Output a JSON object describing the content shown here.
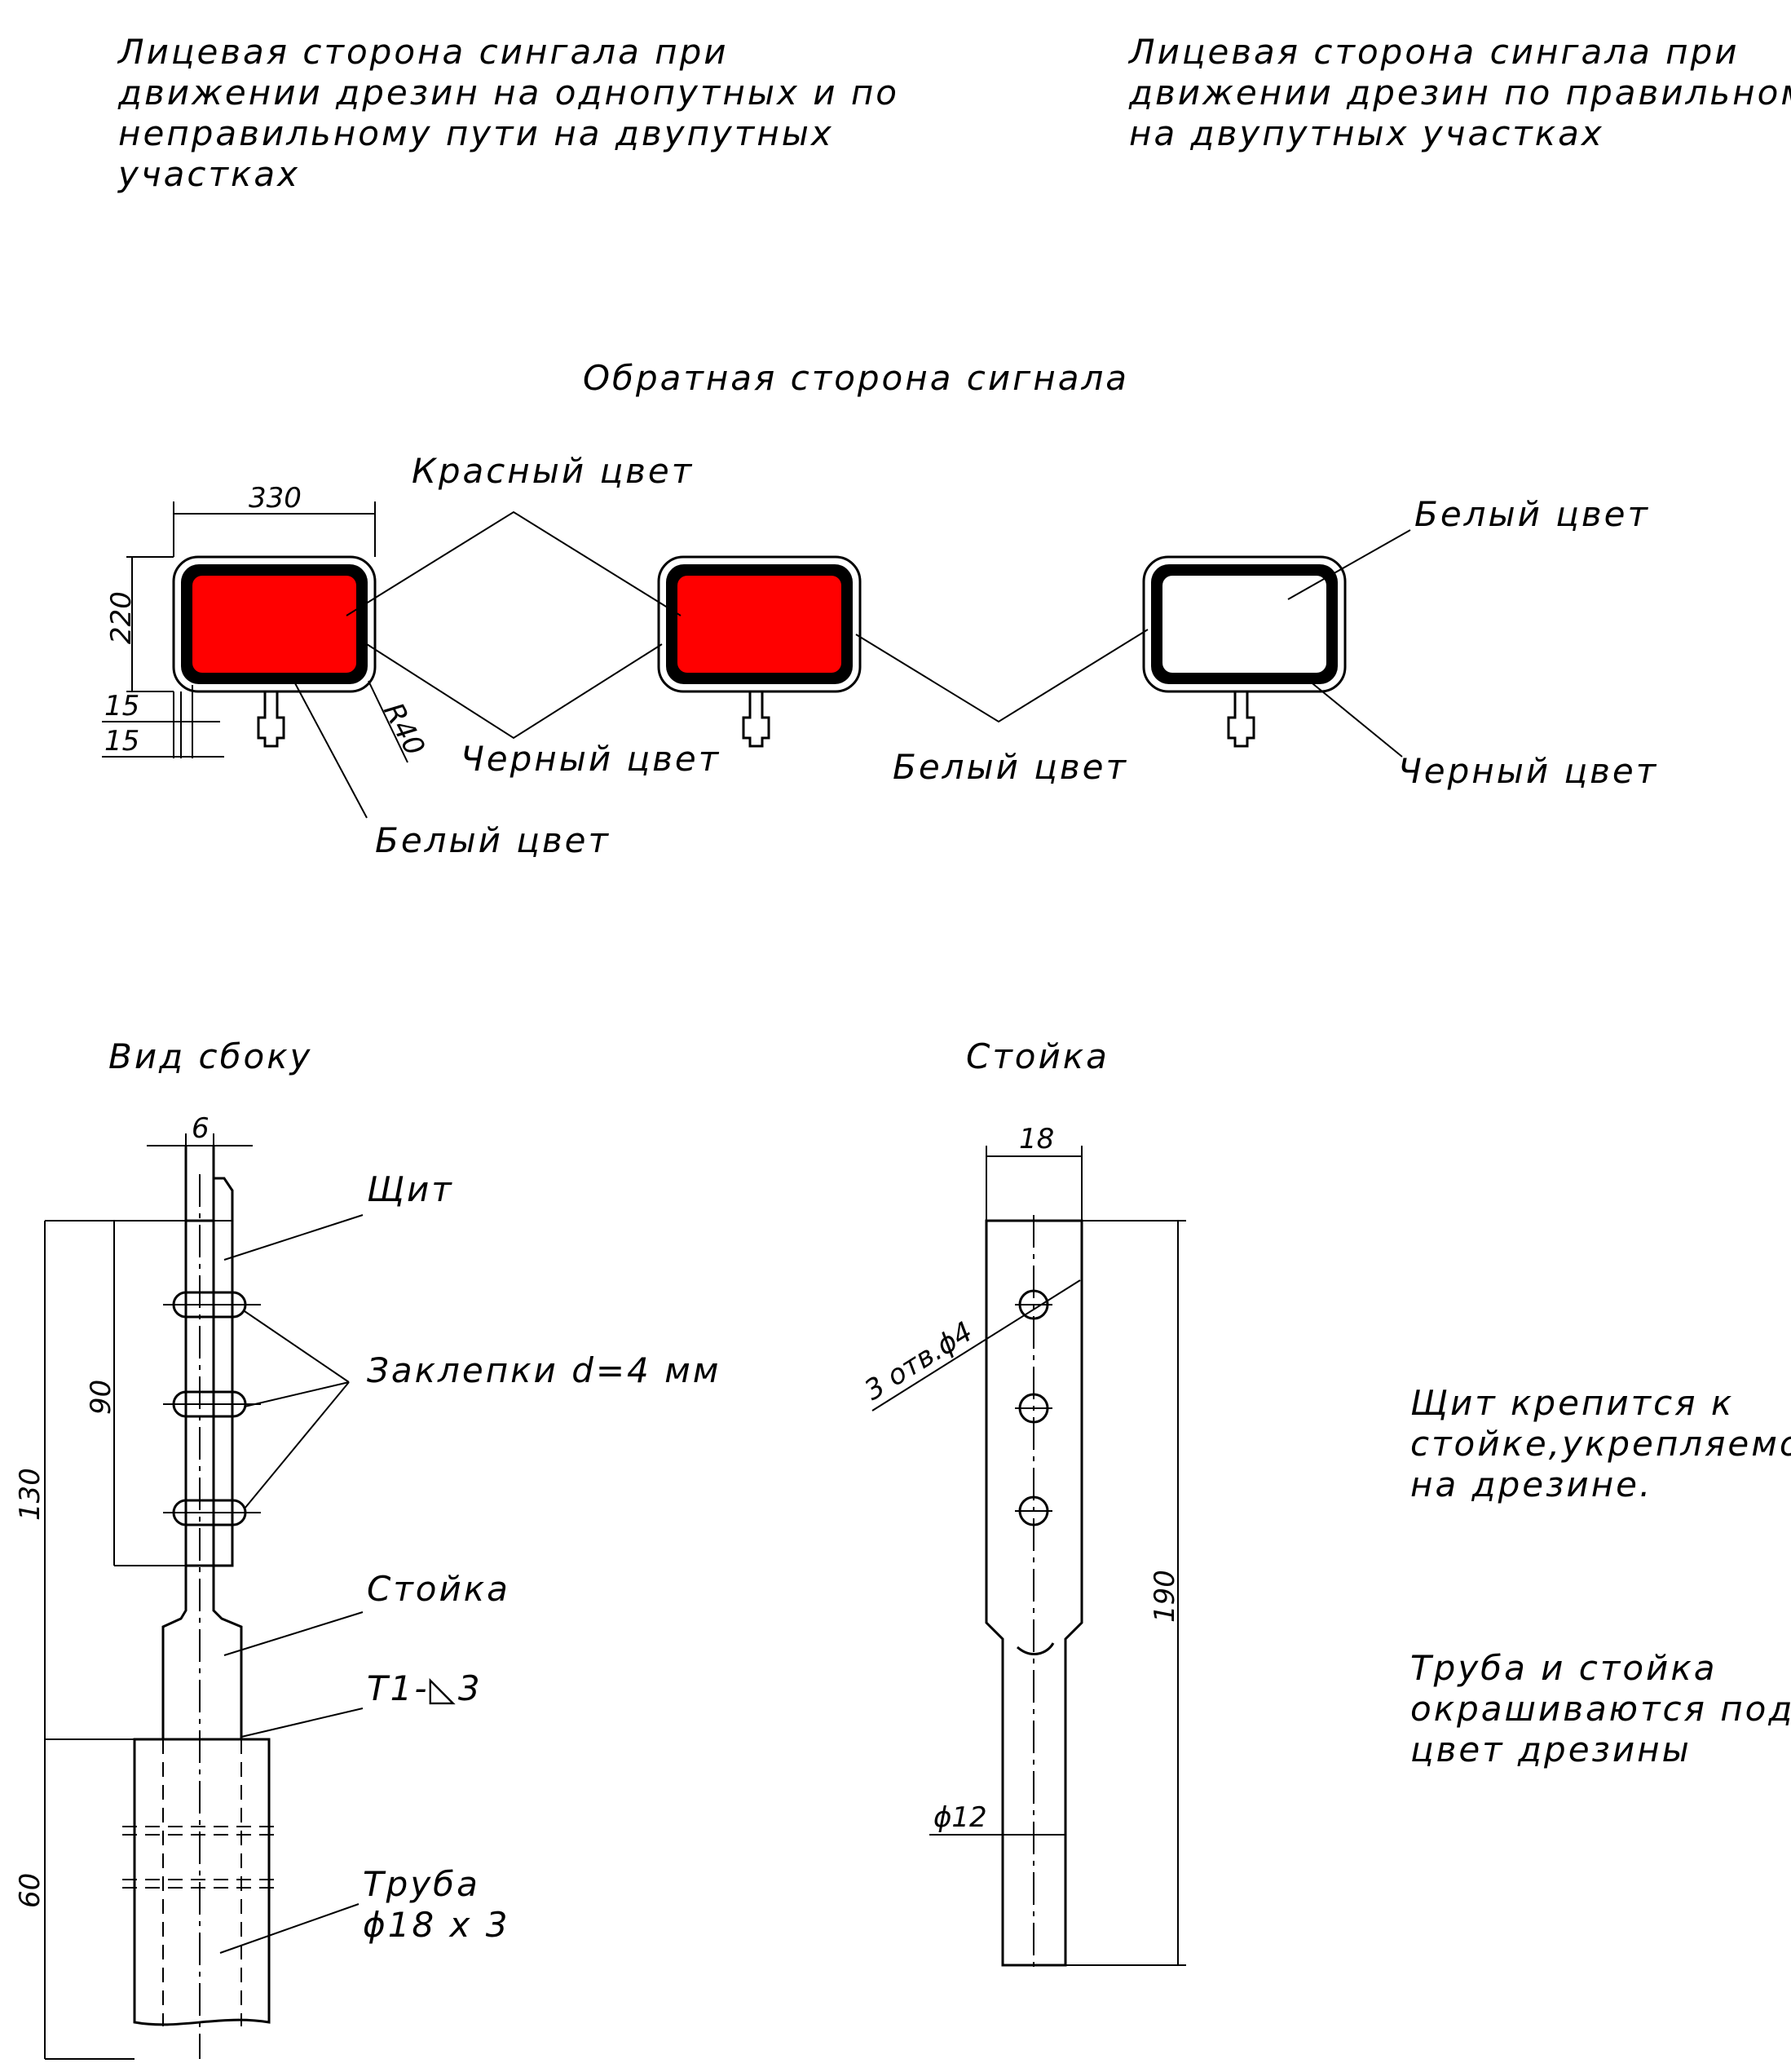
{
  "notes": {
    "face_single_track": [
      "Лицевая сторона сингала при",
      "движении дрезин на однопутных и по",
      "неправильному пути на двупутных",
      "участках"
    ],
    "face_double_track": [
      "Лицевая сторона сингала при",
      "движении дрезин по правильному пути",
      "на двупутных участках"
    ],
    "back_side_title": "Обратная сторона сигнала",
    "side_view_title": "Вид сбоку",
    "post_title": "Стойка",
    "mount_note": [
      "Щит крепится к",
      "стойке,укрепляемой",
      "на дрезине."
    ],
    "paint_note": [
      "Труба и стойка",
      "окрашиваются под",
      "цвет дрезины"
    ]
  },
  "signals": {
    "red_label": "Красный цвет",
    "white_label_1": "Белый цвет",
    "black_label_1": "Черный цвет",
    "white_label_2": "Белый цвет",
    "white_label_3": "Белый цвет",
    "black_label_2": "Черный цвет",
    "dim_width": "330",
    "dim_height": "220",
    "dim_border_1": "15",
    "dim_border_2": "15",
    "dim_radius": "R40"
  },
  "side_view": {
    "dim_thickness": "6",
    "dim_total": "130",
    "dim_shield": "90",
    "dim_pipe": "60",
    "shield_label": "Щит",
    "rivets_label": "Заклепки d=4 мм",
    "post_label": "Стойка",
    "weld_label": "Т1-◺3",
    "pipe_label": "Труба",
    "pipe_size": "ϕ18 х 3"
  },
  "post_view": {
    "dim_width": "18",
    "dim_length": "190",
    "holes_label": "3 отв.ϕ4",
    "dim_diameter": "ϕ12"
  },
  "colors": {
    "red": "#ff0000",
    "white": "#ffffff",
    "black": "#000000"
  }
}
